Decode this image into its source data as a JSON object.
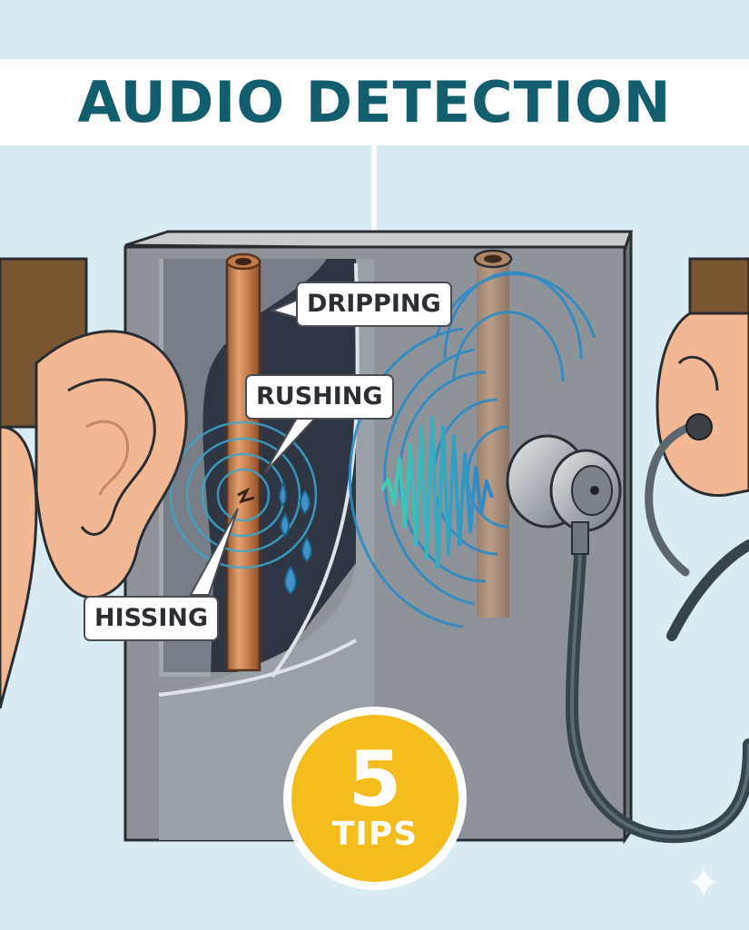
{
  "title": "AUDIO DETECTION",
  "labels": {
    "dripping": "DRIPPING",
    "rushing": "RUSHING",
    "hissing": "HISSING"
  },
  "badge": {
    "number": "5",
    "word": "TIPS"
  },
  "colors": {
    "title": "#135e6e",
    "background": "#d9ecf4",
    "wall": "#8e939a",
    "pipe": "#c07a4a",
    "water": "#3e93c8",
    "badge": "#f4bc1c",
    "stethoscope_tube": "#37444b",
    "skin": "#f2b894",
    "hair": "#7a5532"
  }
}
